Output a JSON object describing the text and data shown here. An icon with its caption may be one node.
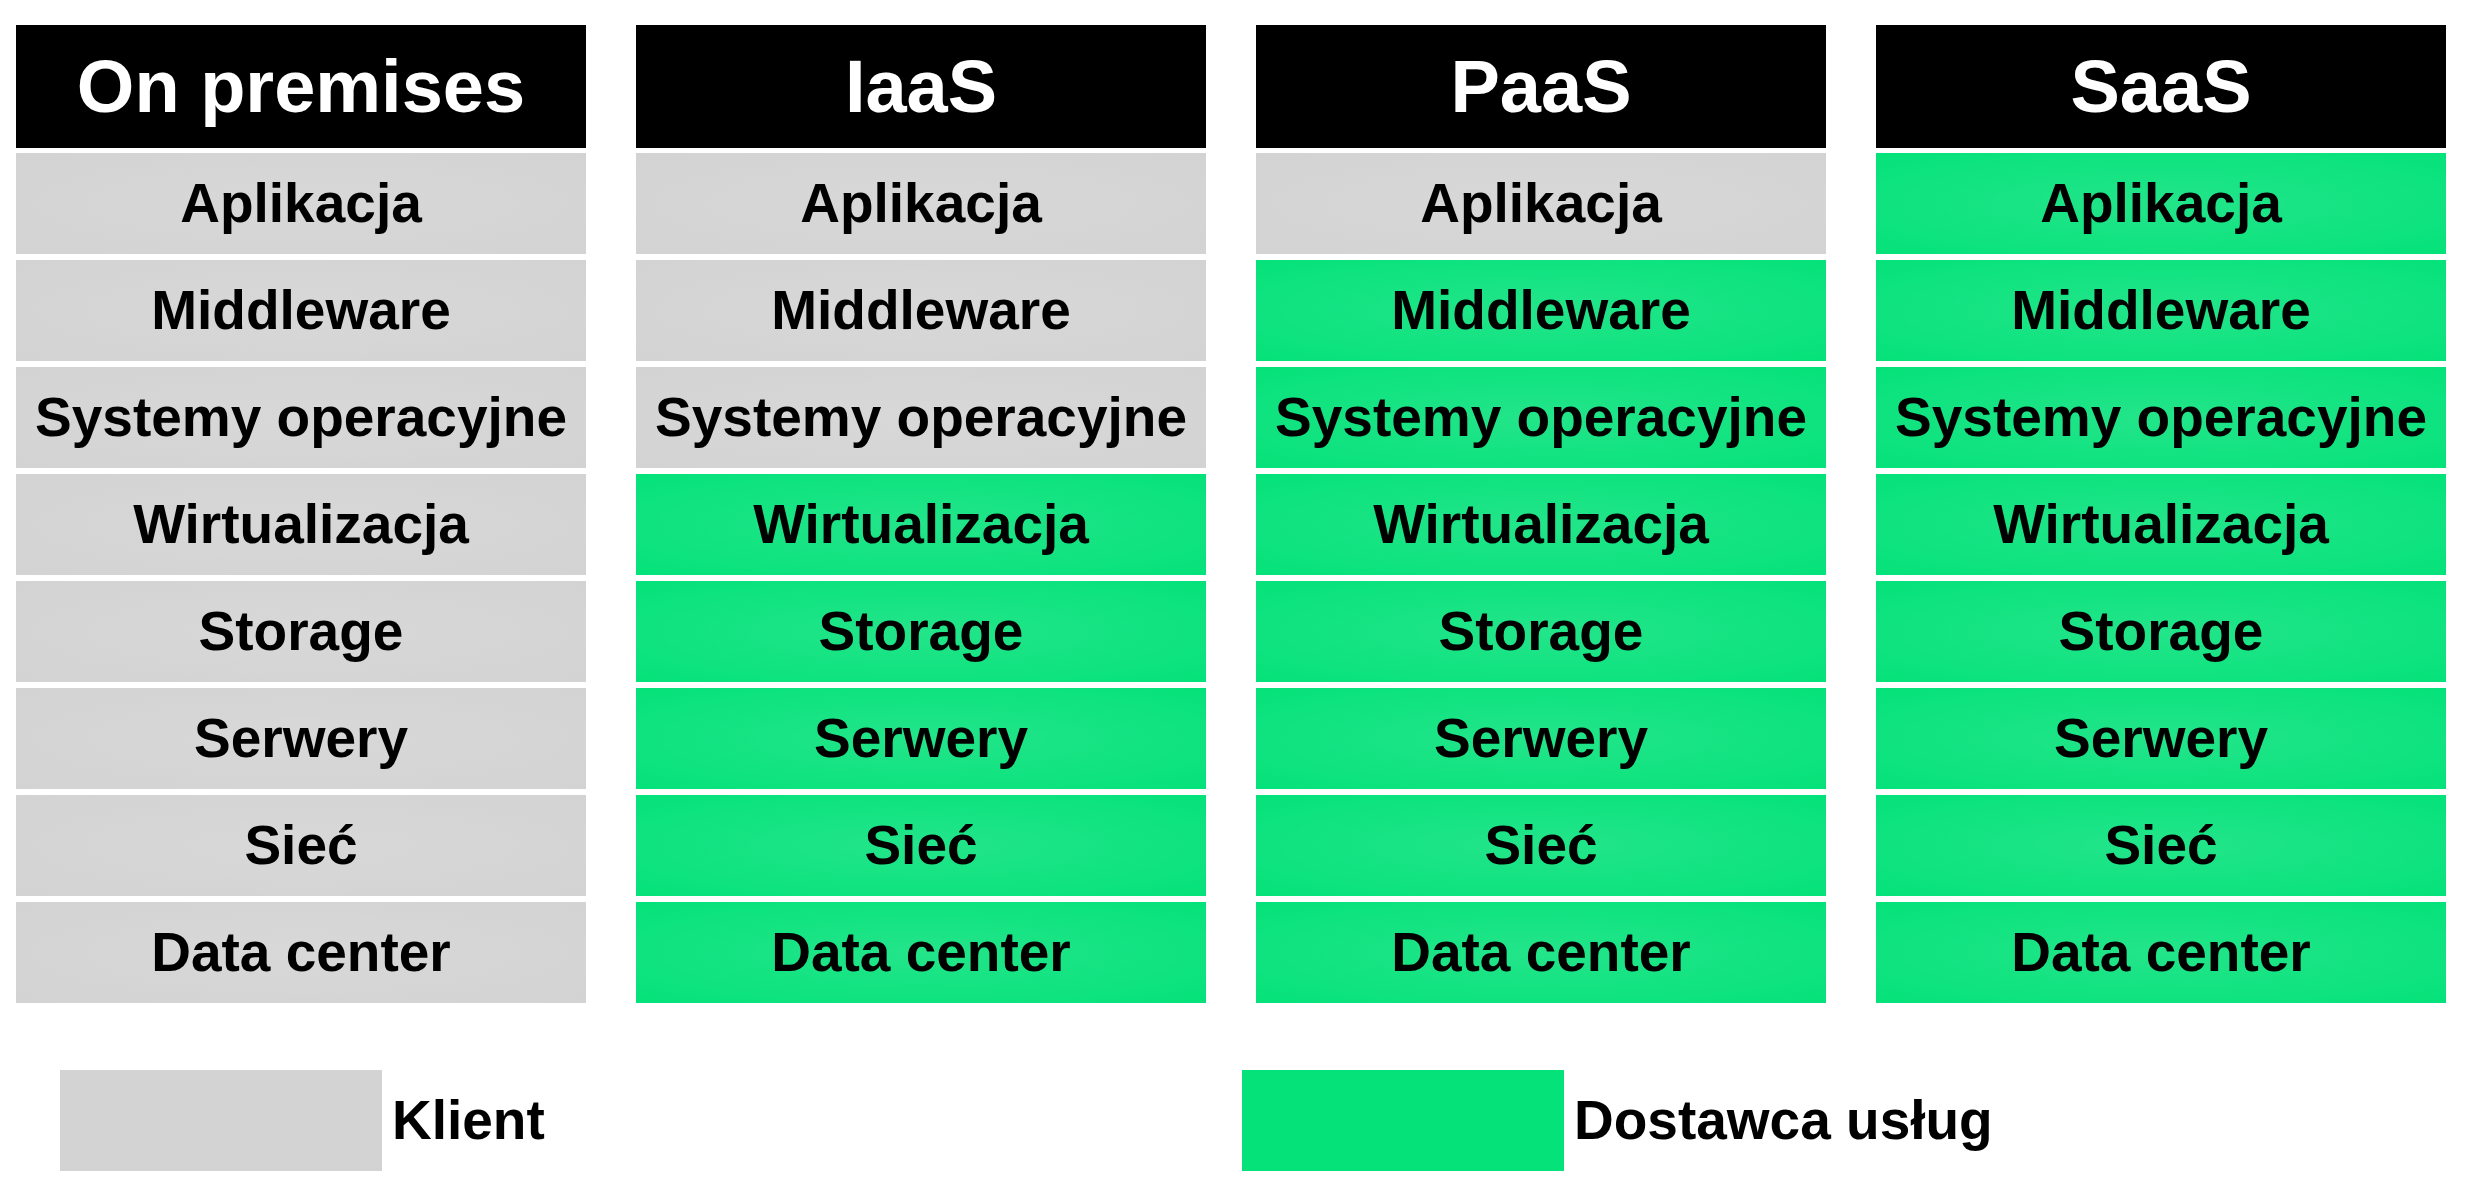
{
  "diagram": {
    "nodes": [
      {
        "text": [
          "On premises"
        ]
      },
      {
        "text": [
          "IaaS"
        ]
      },
      {
        "text": [
          "PaaS"
        ]
      },
      {
        "text": [
          "SaaS"
        ]
      },
      {
        "text": [
          "Aplikacja"
        ]
      },
      {
        "text": [
          "Aplikacja"
        ]
      },
      {
        "text": [
          "Aplikacja"
        ]
      },
      {
        "text": [
          "Aplikacja"
        ]
      },
      {
        "text": [
          "Middleware"
        ]
      },
      {
        "text": [
          "Middleware"
        ]
      },
      {
        "text": [
          "Middleware"
        ]
      },
      {
        "text": [
          "Middleware"
        ]
      },
      {
        "text": [
          "Systemy operacyjne"
        ]
      },
      {
        "text": [
          "Systemy operacyjne"
        ]
      },
      {
        "text": [
          "Systemy operacyjne"
        ]
      },
      {
        "text": [
          "Systemy operacyjne"
        ]
      },
      {
        "text": [
          "Wirtualizacja"
        ]
      },
      {
        "text": [
          "Wirtualizacja"
        ]
      },
      {
        "text": [
          "Wirtualizacja"
        ]
      },
      {
        "text": [
          "Wirtualizacja"
        ]
      },
      {
        "text": [
          "Storage"
        ]
      },
      {
        "text": [
          "Storage"
        ]
      },
      {
        "text": [
          "Storage"
        ]
      },
      {
        "text": [
          "Storage"
        ]
      },
      {
        "text": [
          "Serwery"
        ]
      },
      {
        "text": [
          "Serwery"
        ]
      },
      {
        "text": [
          "Serwery"
        ]
      },
      {
        "text": [
          "Serwery"
        ]
      },
      {
        "text": [
          "Sieć"
        ]
      },
      {
        "text": [
          "Sieć"
        ]
      },
      {
        "text": [
          "Sieć"
        ]
      },
      {
        "text": [
          "Sieć"
        ]
      },
      {
        "text": [
          "Data center"
        ]
      },
      {
        "text": [
          "Data center"
        ]
      },
      {
        "text": [
          "Data center"
        ]
      },
      {
        "text": [
          "Data center"
        ]
      }
    ],
    "legend": [
      {
        "text": "Klient",
        "color": "#d3d3d3"
      },
      {
        "text": "Dostawca usług",
        "color": "#05e27a"
      }
    ]
  }
}
